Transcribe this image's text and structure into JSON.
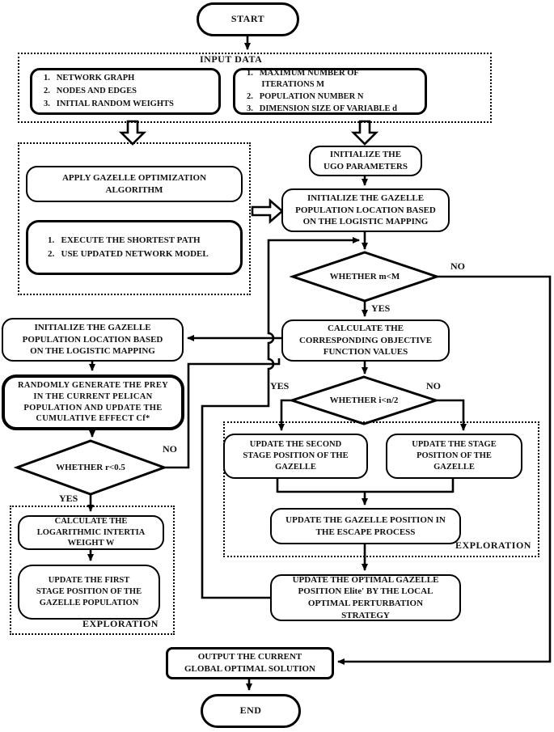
{
  "flow": {
    "start": "START",
    "end": "END",
    "input": {
      "title": "INPUT DATA",
      "left_items": [
        "1.   NETWORK GRAPH",
        "2.   NODES AND EDGES",
        "3.   INITIAL RANDOM WEIGHTS"
      ],
      "right_items": [
        "1.   MAXIMUM NUMBER OF\n       ITERATIONS M",
        "2.   POPULATION NUMBER N",
        "3.   DIMENSION SIZE OF VARIABLE d"
      ]
    },
    "apply": "APPLY GAZELLE OPTIMIZATION\nALGORITHM",
    "execute_items": [
      "1.   EXECUTE THE SHORTEST PATH",
      "2.   USE UPDATED NETWORK MODEL"
    ],
    "init_ugo": "INITIALIZE THE\nUGO PARAMETERS",
    "init_gazelle": "INITIALIZE THE GAZELLE\nPOPULATION LOCATION BASED\nON THE LOGISTIC MAPPING",
    "decision_m": "WHETHER m<M",
    "calc_objective": "CALCULATE THE\nCORRESPONDING OBJECTIVE\nFUNCTION VALUES",
    "decision_i": "WHETHER i<n/2",
    "update_second": "UPDATE THE SECOND\nSTAGE POSITION OF THE\nGAZELLE",
    "update_stage": "UPDATE THE STAGE\nPOSITION OF THE\nGAZELLE",
    "update_escape": "UPDATE THE GAZELLE POSITION IN\nTHE ESCAPE PROCESS",
    "update_elite": "UPDATE THE OPTIMAL GAZELLE\nPOSITION Elite' BY THE LOCAL\nOPTIMAL PERTURBATION\nSTRATEGY",
    "randomly": "RANDOMLY GENERATE THE PREY\nIN THE CURRENT PELICAN\nPOPULATION AND UPDATE THE\nCUMULATIVE EFFECT Cf*",
    "decision_r": "WHETHER r<0.5",
    "calc_log_weight": "CALCULATE THE\nLOGARITHMIC INTERTIA\nWEIGHT W",
    "update_first": "UPDATE THE FIRST\nSTAGE POSITION OF THE\nGAZELLE POPULATION",
    "output": "OUTPUT THE CURRENT\nGLOBAL OPTIMAL SOLUTION",
    "exploration": "EXPLORATION",
    "labels": {
      "yes": "YES",
      "no": "NO"
    },
    "line_color": "#000000"
  }
}
